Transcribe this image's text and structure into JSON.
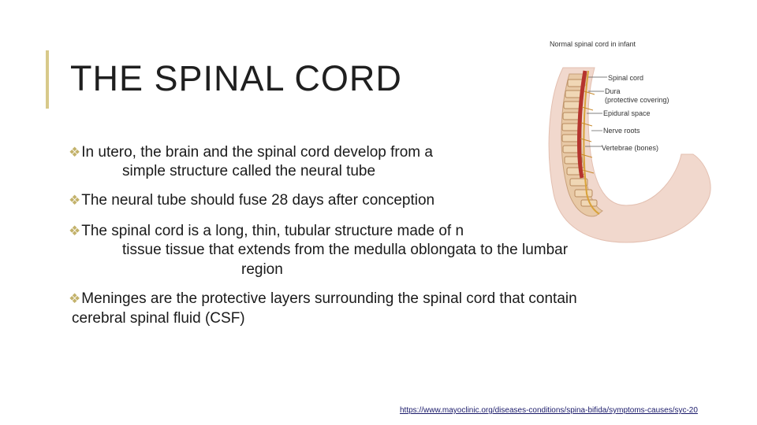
{
  "slide": {
    "title": "THE SPINAL CORD",
    "bullets": [
      {
        "line1": "In utero, the brain and the spinal cord develop from a",
        "line2": "simple structure called the neural tube"
      },
      {
        "line1": "The neural tube should fuse 28 days after conception"
      },
      {
        "line1": "The spinal cord is a long, thin, tubular structure made of n",
        "line2": "tissue   tissue that extends from the medulla oblongata to the lumbar",
        "line3": "region"
      },
      {
        "line1": "Meninges are the protective layers surrounding the spinal cord that contain",
        "line2": "cerebral spinal fluid (CSF)"
      }
    ],
    "bullet_icon": "diamond-bullet-icon",
    "accent_color": "#c3b26b",
    "link": "https://www.mayoclinic.org/diseases-conditions/spina-bifida/symptoms-causes/syc-20"
  },
  "figure": {
    "title": "Normal spinal cord in infant",
    "labels": [
      "Spinal cord",
      "Dura",
      "(protective covering)",
      "Epidural space",
      "Nerve roots",
      "Vertebrae (bones)"
    ]
  }
}
